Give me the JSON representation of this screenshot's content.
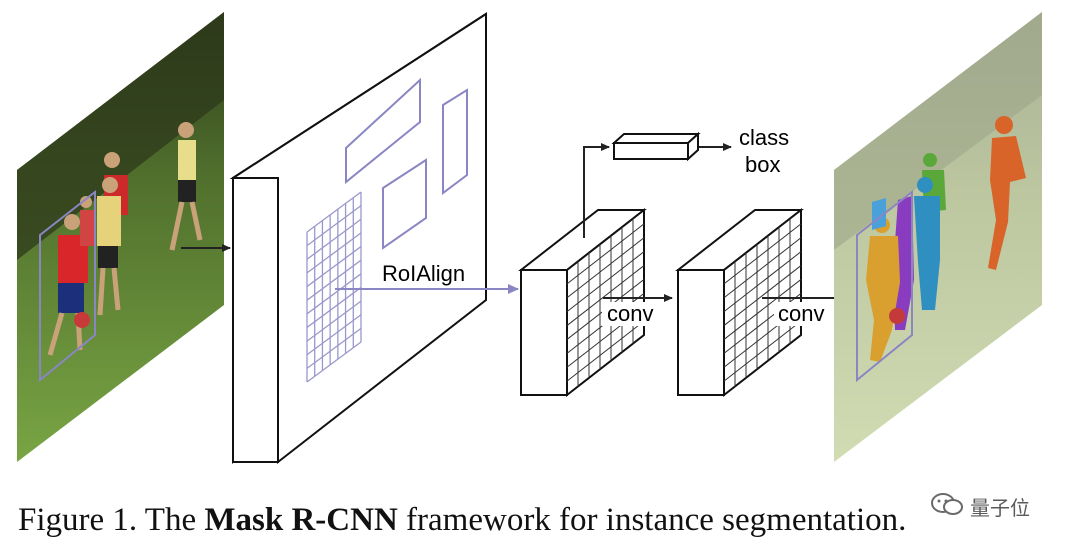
{
  "diagram": {
    "labels": {
      "roialign": "RoIAlign",
      "conv1": "conv",
      "conv2": "conv",
      "class": "class",
      "box": "box"
    },
    "colors": {
      "arrow": "#222222",
      "roi_arrow": "#8a86c4",
      "grid": "#9a98cc",
      "box_outline": "#111111"
    }
  },
  "caption": {
    "prefix": "Figure 1. The ",
    "bold": "Mask R-CNN",
    "suffix": " framework for instance segmentation."
  },
  "watermark": {
    "text": "量子位"
  }
}
